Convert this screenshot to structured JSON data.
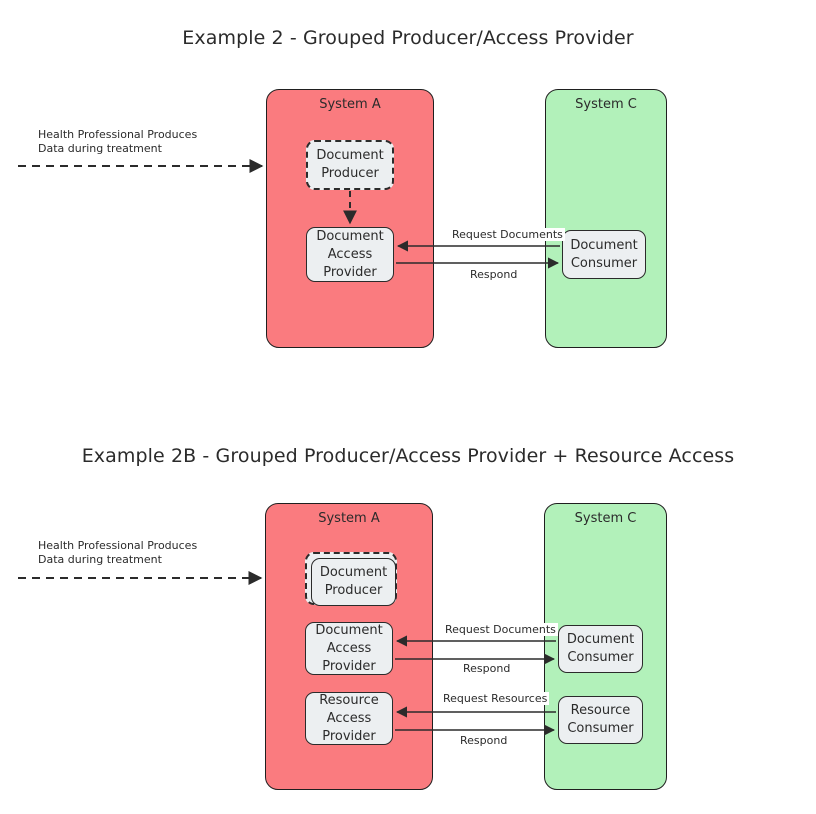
{
  "diagrams": [
    {
      "title": "Example 2 - Grouped Producer/Access Provider",
      "note": "Health Professional Produces\nData during treatment",
      "systems": [
        {
          "label": "System A",
          "color": "#FA7B7F"
        },
        {
          "label": "System C",
          "color": "#B2F1BA"
        }
      ],
      "nodes": [
        {
          "label": "Document\nProducer",
          "style": "dashed"
        },
        {
          "label": "Document\nAccess\nProvider",
          "style": "solid"
        },
        {
          "label": "Document\nConsumer",
          "style": "solid"
        }
      ],
      "edges": [
        {
          "label": "Request Documents",
          "direction": "left"
        },
        {
          "label": "Respond",
          "direction": "right"
        }
      ]
    },
    {
      "title": "Example 2B - Grouped Producer/Access Provider + Resource Access",
      "note": "Health Professional Produces\nData during treatment",
      "systems": [
        {
          "label": "System A",
          "color": "#FA7B7F"
        },
        {
          "label": "System C",
          "color": "#B2F1BA"
        }
      ],
      "nodes": [
        {
          "label": "Document\nProducer",
          "style": "dashed"
        },
        {
          "label": "Document\nAccess\nProvider",
          "style": "solid"
        },
        {
          "label": "Resource\nAccess\nProvider",
          "style": "solid"
        },
        {
          "label": "Document\nConsumer",
          "style": "solid"
        },
        {
          "label": "Resource\nConsumer",
          "style": "solid"
        }
      ],
      "edges": [
        {
          "label": "Request Documents",
          "direction": "left"
        },
        {
          "label": "Respond",
          "direction": "right"
        },
        {
          "label": "Request Resources",
          "direction": "left"
        },
        {
          "label": "Respond",
          "direction": "right"
        }
      ]
    }
  ],
  "colors": {
    "system_a_fill": "#FA7B7F",
    "system_c_fill": "#B2F1BA",
    "node_fill": "#ECEFF1",
    "stroke": "#2b2b2b",
    "background": "#ffffff"
  }
}
